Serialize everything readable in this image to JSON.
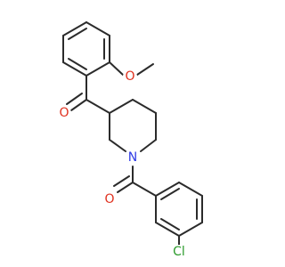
{
  "molecule": {
    "atoms": [
      {
        "name": "carbonyl-oxygen-upper",
        "symbol": "O",
        "color": "#e0301e"
      },
      {
        "name": "methoxy-oxygen",
        "symbol": "O",
        "color": "#e0301e"
      },
      {
        "name": "piperidine-nitrogen",
        "symbol": "N",
        "color": "#2f3be6"
      },
      {
        "name": "carbonyl-oxygen-lower",
        "symbol": "O",
        "color": "#e0301e"
      },
      {
        "name": "chlorine",
        "symbol": "Cl",
        "color": "#2c9b2c"
      }
    ]
  }
}
